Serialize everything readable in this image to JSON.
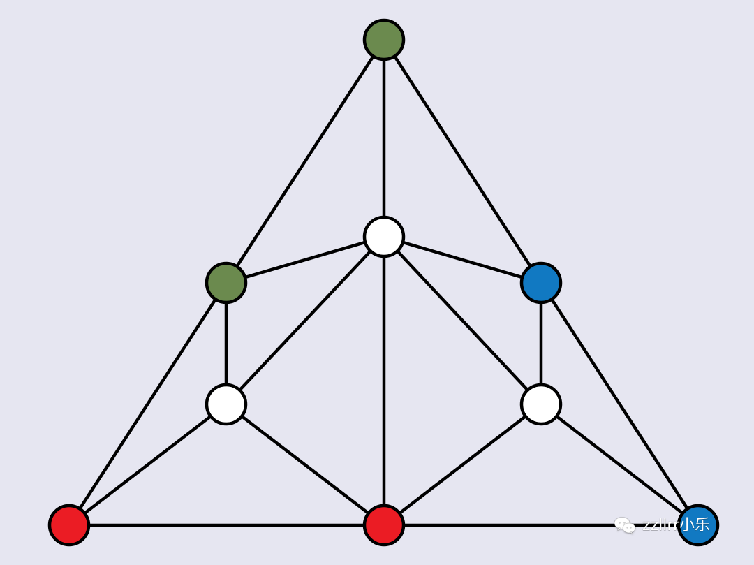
{
  "diagram": {
    "background": "#e6e6f1",
    "edge_color": "#000000",
    "node_stroke": "#000000",
    "nodes": [
      {
        "id": "top",
        "fill": "#6b8a4e"
      },
      {
        "id": "center",
        "fill": "#ffffff"
      },
      {
        "id": "left-mid",
        "fill": "#6b8a4e"
      },
      {
        "id": "right-mid",
        "fill": "#1179c2"
      },
      {
        "id": "left-inner",
        "fill": "#ffffff"
      },
      {
        "id": "right-inner",
        "fill": "#ffffff"
      },
      {
        "id": "bottom-left",
        "fill": "#eb1c24"
      },
      {
        "id": "bottom-mid",
        "fill": "#eb1c24"
      },
      {
        "id": "bottom-right",
        "fill": "#1179c2"
      }
    ],
    "edges": [
      [
        "top",
        "left-mid"
      ],
      [
        "top",
        "center"
      ],
      [
        "top",
        "right-mid"
      ],
      [
        "left-mid",
        "center"
      ],
      [
        "center",
        "right-mid"
      ],
      [
        "left-mid",
        "left-inner"
      ],
      [
        "left-mid",
        "bottom-left"
      ],
      [
        "right-mid",
        "right-inner"
      ],
      [
        "right-mid",
        "bottom-right"
      ],
      [
        "center",
        "left-inner"
      ],
      [
        "center",
        "bottom-mid"
      ],
      [
        "center",
        "right-inner"
      ],
      [
        "left-inner",
        "bottom-left"
      ],
      [
        "left-inner",
        "bottom-mid"
      ],
      [
        "right-inner",
        "bottom-mid"
      ],
      [
        "right-inner",
        "bottom-right"
      ],
      [
        "bottom-left",
        "bottom-mid"
      ],
      [
        "bottom-mid",
        "bottom-right"
      ]
    ]
  },
  "watermark": {
    "text": "zzllrr小乐",
    "icon": "wechat-icon"
  }
}
